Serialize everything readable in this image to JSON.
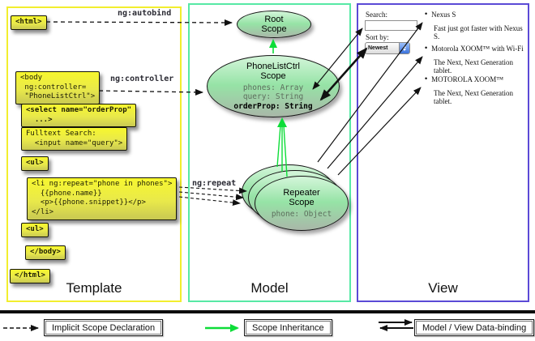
{
  "diagram": {
    "columns": {
      "template": "Template",
      "model": "Model",
      "view": "View"
    },
    "template": {
      "html_open": "<html>",
      "body_open": "<body\n ng:controller=\n \"PhoneListCtrl\">",
      "select_box": "<select name=\"orderProp\"\n  ...>",
      "fulltext_box": "Fulltext Search:\n  <input name=\"query\">",
      "ul_open": "<ul>",
      "li_repeat": "<li ng:repeat=\"phone in phones\">\n  {{phone.name}}\n  <p>{{phone.snippet}}</p>\n</li>",
      "ul_close": "<ul>",
      "body_close": "</body>",
      "html_close": "</html>"
    },
    "arrow_labels": {
      "autobind": "ng:autobind",
      "controller": "ng:controller",
      "repeat": "ng:repeat"
    },
    "model": {
      "root_scope": "Root\nScope",
      "phonelist_title": "PhoneListCtrl\nScope",
      "phonelist_props": "phones: Array\nquery: String",
      "phonelist_bold_prop": "orderProp: String",
      "repeater_title": "Repeater\nScope",
      "repeater_prop": "phone: Object"
    },
    "view": {
      "search_label": "Search:",
      "search_value": "",
      "sort_label": "Sort by:",
      "sort_value": "Newest",
      "items": [
        {
          "title": "Nexus S",
          "desc": "Fast just got faster with Nexus S."
        },
        {
          "title": "Motorola XOOM™ with Wi-Fi",
          "desc": "The Next, Next Generation tablet."
        },
        {
          "title": "MOTOROLA XOOM™",
          "desc": "The Next, Next Generation tablet."
        }
      ]
    },
    "legend": {
      "implicit": "Implicit Scope Declaration",
      "inheritance": "Scope Inheritance",
      "databinding": "Model / View Data-binding"
    },
    "colors": {
      "template_border": "#f2ee2e",
      "model_border": "#57e9a5",
      "view_border": "#5b4ad6",
      "scope_fill_top": "#d4f6da",
      "scope_fill_bottom": "#a9b7a8",
      "inheritance_green": "#0ddd38",
      "code_box_yellow": "#efef39"
    }
  }
}
